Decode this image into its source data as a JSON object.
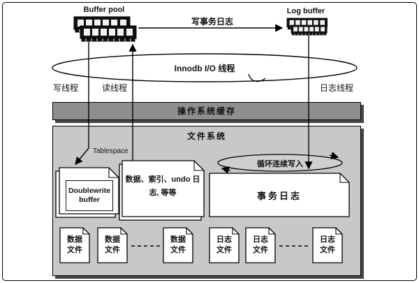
{
  "labels": {
    "buffer_pool": "Buffer pool",
    "log_buffer": "Log buffer",
    "write_txn_log": "写事务日志",
    "io_threads": "Innodb I/O 线程",
    "write_thread": "写线程",
    "read_thread": "读线程",
    "log_thread": "日志线程",
    "os_cache": "操作系统缓存",
    "file_system": "文件系统",
    "tablespace": "Tablespace",
    "doublewrite": "Doublewrite buffer",
    "data_index_undo": "数据、索引、undo 日志, 等等",
    "txn_log": "事务日志",
    "circular_write": "循环连续写入",
    "data_file": "数据文件",
    "log_file": "日志文件"
  },
  "colors": {
    "os_cache_bg": "#8f8f8f",
    "file_system_bg": "#c8c8c8",
    "box_shadow": "#474747",
    "page_fill": "#ffffff",
    "circ_fill": "#cfcfcf",
    "line": "#000000"
  }
}
